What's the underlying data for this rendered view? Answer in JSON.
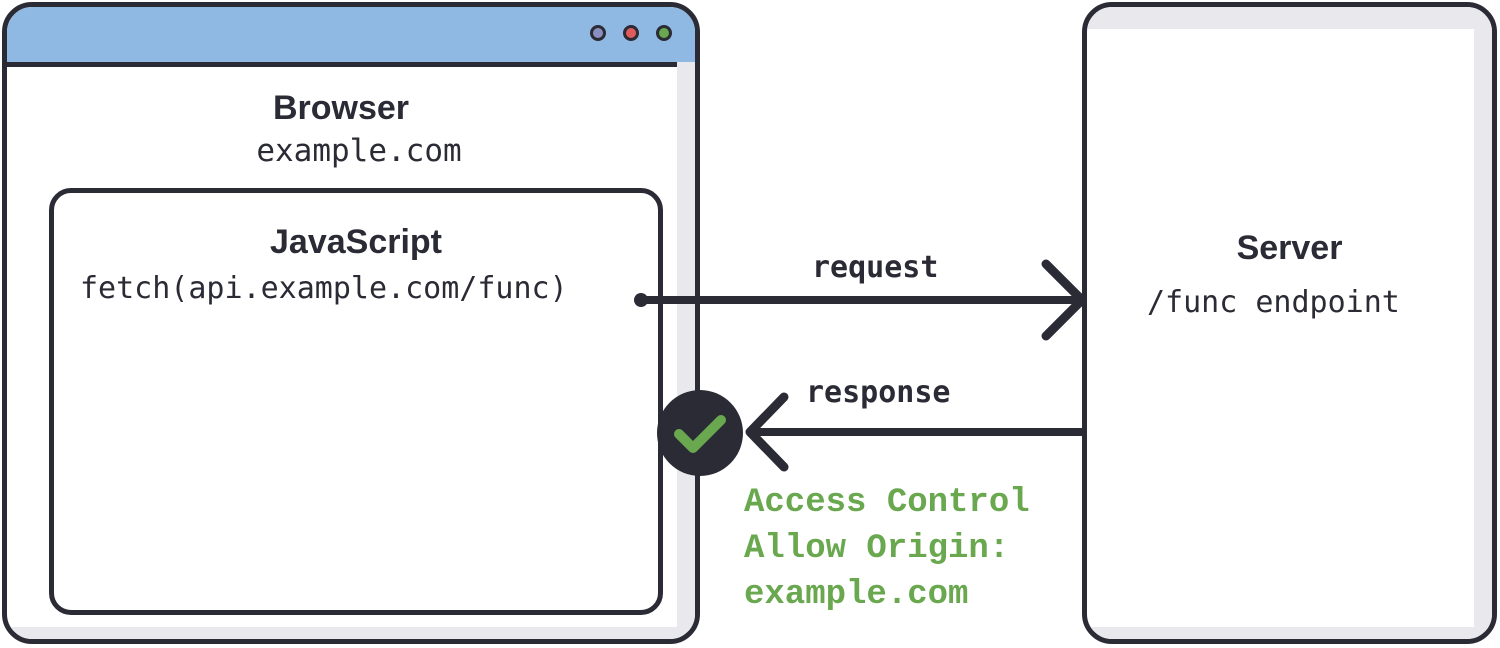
{
  "colors": {
    "outline": "#2b2b36",
    "titlebar": "#8fb9e3",
    "shade": "#e8e8ed",
    "dot_1": "#8a8fbf",
    "dot_2": "#e05b5b",
    "dot_3": "#6aa84f",
    "check": "#6aa84f",
    "accent_text": "#6aa84f"
  },
  "icons": [
    "window-dot-icon",
    "checkmark-icon",
    "arrow-head-icon"
  ],
  "browser": {
    "title": "Browser",
    "origin": "example.com",
    "js_box": {
      "title": "JavaScript",
      "code": "fetch(api.example.com/func)"
    }
  },
  "server": {
    "title": "Server",
    "endpoint": "/func endpoint"
  },
  "arrows": {
    "request_label": "request",
    "response_label": "response"
  },
  "cors_header": {
    "lines": [
      "Access Control",
      "Allow Origin:",
      "example.com"
    ]
  }
}
